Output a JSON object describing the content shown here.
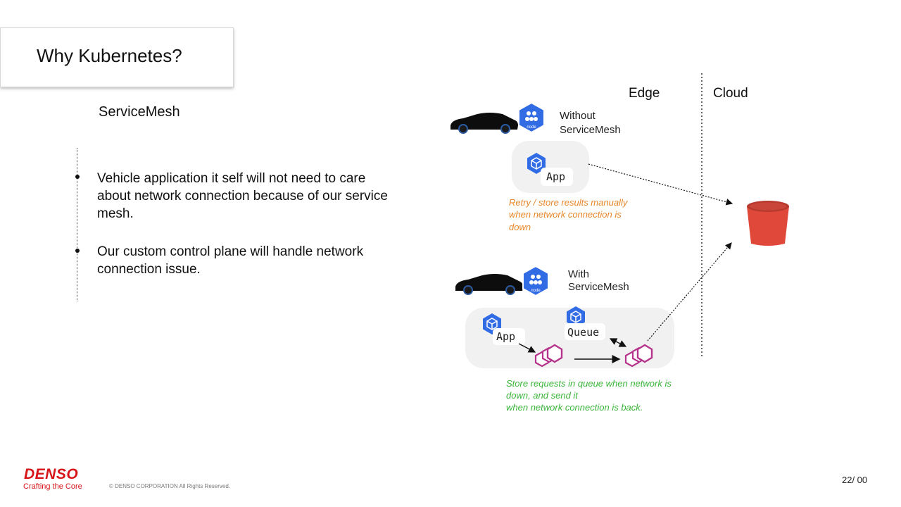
{
  "title": "Why Kubernetes?",
  "section": "ServiceMesh",
  "bullets": [
    "Vehicle application it self will not need to care about network connection because of our service mesh.",
    "Our custom control plane will handle network connection issue."
  ],
  "diagram": {
    "columns": {
      "edge": "Edge",
      "cloud": "Cloud"
    },
    "without": {
      "label_line1": "Without",
      "label_line2": "ServiceMesh",
      "node_badge": "node",
      "app": "App",
      "note_lines": [
        "Retry / store results manually",
        "when network connection is",
        "down"
      ],
      "note_color": "#e8872a"
    },
    "with": {
      "label_line1": "With",
      "label_line2": "ServiceMesh",
      "node_badge": "node",
      "app": "App",
      "queue": "Queue",
      "note_lines": [
        "Store requests in queue when network is",
        "down, and send it",
        "when network connection is back."
      ],
      "note_color": "#3ab43a"
    },
    "colors": {
      "k8s_blue": "#326ce5",
      "envoy_magenta": "#b5338a",
      "bucket_red": "#e0483a"
    }
  },
  "footer": {
    "logo": "DENSO",
    "tagline": "Crafting the Core",
    "copyright": "© DENSO CORPORATION All Rights Reserved.",
    "page": "22/ 00"
  }
}
